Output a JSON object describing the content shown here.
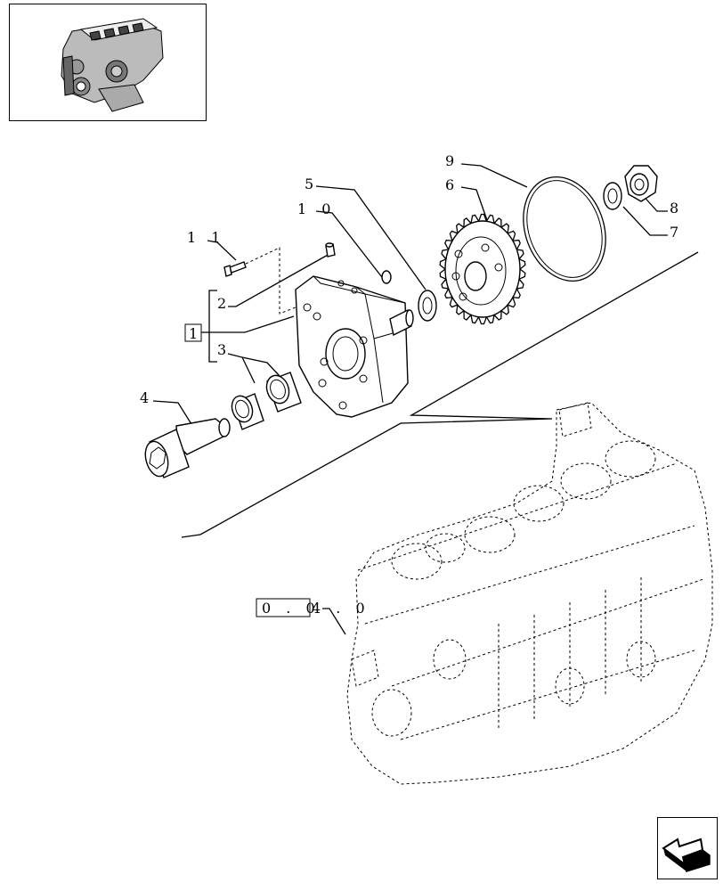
{
  "callouts": {
    "c1": "1",
    "c2": "2",
    "c3": "3",
    "c4": "4",
    "c5": "5",
    "c6": "6",
    "c7": "7",
    "c8": "8",
    "c9": "9",
    "c10": "1 0",
    "c11": "1 1"
  },
  "reference": {
    "box_text": "0 . 0",
    "tail_text": "4 . 0"
  },
  "icons": {
    "thumbnail": "engine-thumbnail-icon",
    "navigation": "next-page-arrow-icon"
  }
}
